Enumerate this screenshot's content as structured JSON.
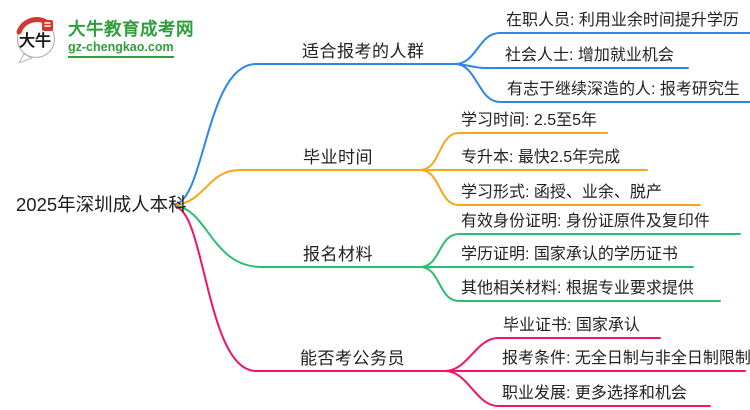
{
  "brand": {
    "logo_badge_text": "大牛",
    "site_name": "大牛教育成考网",
    "site_url": "gz-chengkao.com"
  },
  "colors": {
    "branch_blue": "#2E86E8",
    "branch_orange": "#F9A61A",
    "branch_green": "#2BBE71",
    "branch_pink": "#F0146E",
    "brand_green": "#2F9E3B",
    "brand_red": "#D0392E",
    "text": "#222222"
  },
  "mindmap": {
    "root": "2025年深圳成人本科",
    "branches": [
      {
        "label": "适合报考的人群",
        "color": "#2E86E8",
        "children": [
          "在职人员: 利用业余时间提升学历",
          "社会人士: 增加就业机会",
          "有志于继续深造的人: 报考研究生"
        ]
      },
      {
        "label": "毕业时间",
        "color": "#F9A61A",
        "children": [
          "学习时间: 2.5至5年",
          "专升本: 最快2.5年完成",
          "学习形式: 函授、业余、脱产"
        ]
      },
      {
        "label": "报名材料",
        "color": "#2BBE71",
        "children": [
          "有效身份证明: 身份证原件及复印件",
          "学历证明: 国家承认的学历证书",
          "其他相关材料: 根据专业要求提供"
        ]
      },
      {
        "label": "能否考公务员",
        "color": "#F0146E",
        "children": [
          "毕业证书: 国家承认",
          "报考条件: 无全日制与非全日制限制",
          "职业发展: 更多选择和机会"
        ]
      }
    ]
  }
}
